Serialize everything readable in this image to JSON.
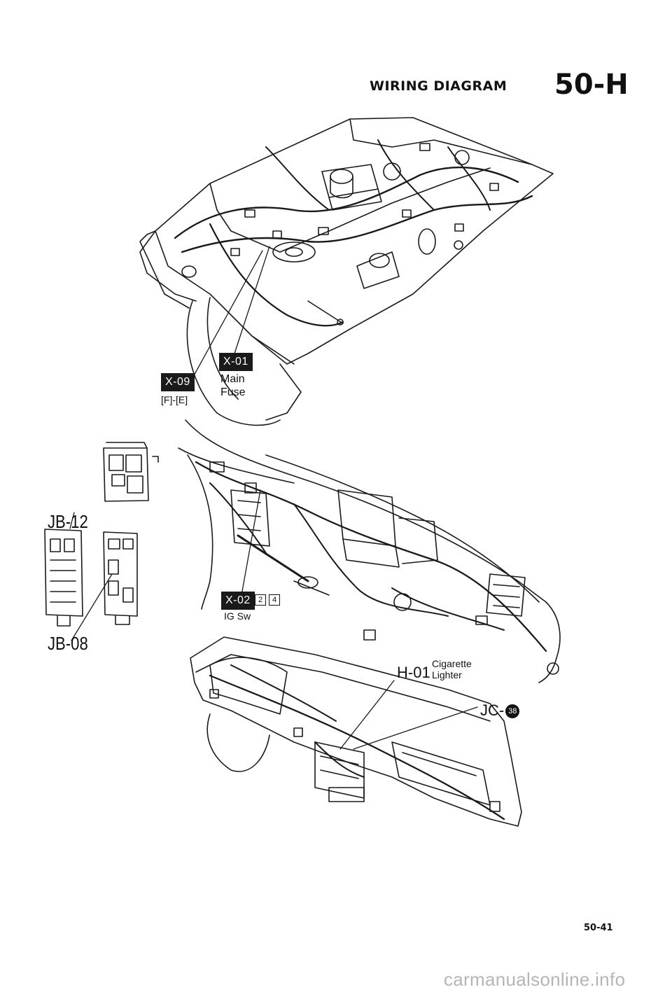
{
  "header": {
    "title": "WIRING DIAGRAM",
    "code": "50-H"
  },
  "callouts": {
    "x09": {
      "badge": "X-09",
      "pins": "[F]-[E]"
    },
    "x01": {
      "badge": "X-01",
      "line1": "Main",
      "line2": "Fuse"
    },
    "x02": {
      "badge": "X-02",
      "pin_a": "2",
      "pin_b": "4",
      "caption": "IG Sw"
    },
    "h01": {
      "code": "H-01",
      "line1": "Cigarette",
      "line2": "Lighter"
    },
    "jc": {
      "code": "JC-",
      "number": "38"
    },
    "jb12": {
      "label": "JB-12"
    },
    "jb08": {
      "label": "JB-08"
    }
  },
  "footer": {
    "page_number": "50-41",
    "watermark": "carmanualsonline.info"
  }
}
